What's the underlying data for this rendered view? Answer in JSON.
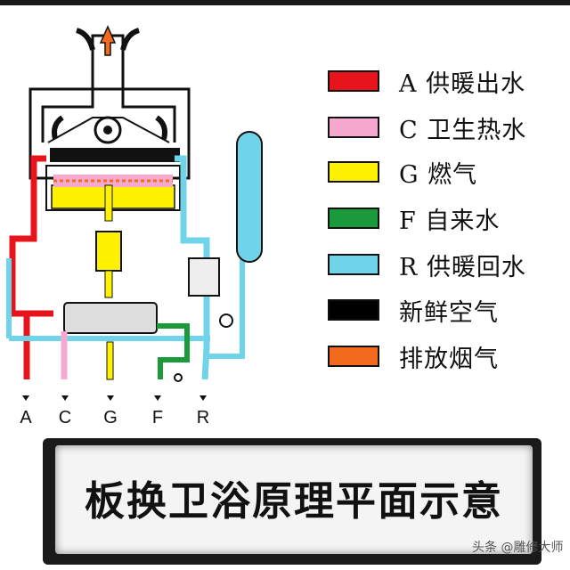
{
  "legend": [
    {
      "code": "A",
      "label": "供暖出水",
      "color": "#e8141c"
    },
    {
      "code": "C",
      "label": "卫生热水",
      "color": "#f7a8cf"
    },
    {
      "code": "G",
      "label": "燃气",
      "color": "#fff200"
    },
    {
      "code": "F",
      "label": "自来水",
      "color": "#1a9a3a"
    },
    {
      "code": "R",
      "label": "供暖回水",
      "color": "#6fd3ea"
    },
    {
      "code": "",
      "label": "新鲜空气",
      "color": "#000000"
    },
    {
      "code": "",
      "label": "排放烟气",
      "color": "#f26a1b"
    }
  ],
  "ports": [
    "A",
    "C",
    "G",
    "F",
    "R"
  ],
  "title": "板换卫浴原理平面示意",
  "watermark": "头条 @雕修大师"
}
